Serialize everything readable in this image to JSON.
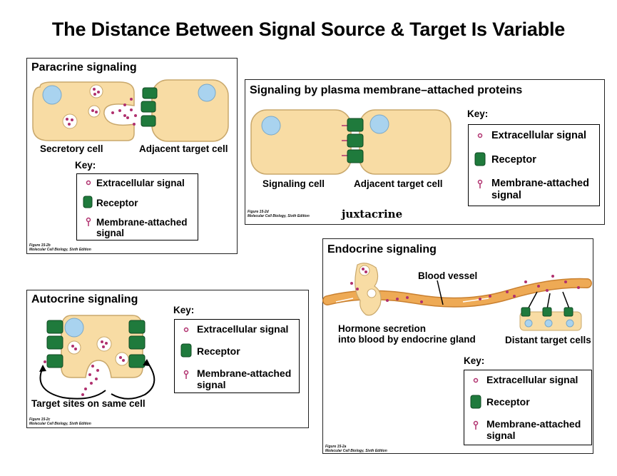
{
  "title": "The Distance Between Signal Source & Target Is Variable",
  "key": {
    "heading": "Key:",
    "extracellular_signal": "Extracellular signal",
    "receptor": "Receptor",
    "membrane_attached_line1": "Membrane-attached",
    "membrane_attached_line2": "signal"
  },
  "paracrine": {
    "title": "Paracrine signaling",
    "secretory_cell": "Secretory cell",
    "adjacent_target": "Adjacent target cell",
    "figure_num": "Figure 15-2b",
    "figure_src": "Molecular Cell Biology, Sixth Edition"
  },
  "juxtacrine": {
    "title": "Signaling by plasma membrane–attached proteins",
    "signaling_cell": "Signaling cell",
    "adjacent_target": "Adjacent target cell",
    "figure_num": "Figure 15-2d",
    "figure_src": "Molecular Cell Biology, Sixth Edition",
    "annotation": "juxtacrine"
  },
  "autocrine": {
    "title": "Autocrine signaling",
    "target_sites": "Target sites on same cell",
    "figure_num": "Figure 15-2c",
    "figure_src": "Molecular Cell Biology, Sixth Edition"
  },
  "endocrine": {
    "title": "Endocrine signaling",
    "blood_vessel": "Blood vessel",
    "hormone_line1": "Hormone secretion",
    "hormone_line2": "into blood by endocrine gland",
    "distant_targets": "Distant target cells",
    "figure_num": "Figure 15-2a",
    "figure_src": "Molecular Cell Biology, Sixth Edition"
  },
  "colors": {
    "cell_fill": "#f8dca4",
    "cell_stroke": "#c9a86c",
    "nucleus": "#a9d3ef",
    "receptor": "#1f7a3c",
    "signal": "#b0306e",
    "vessel": "#eeaa55"
  }
}
